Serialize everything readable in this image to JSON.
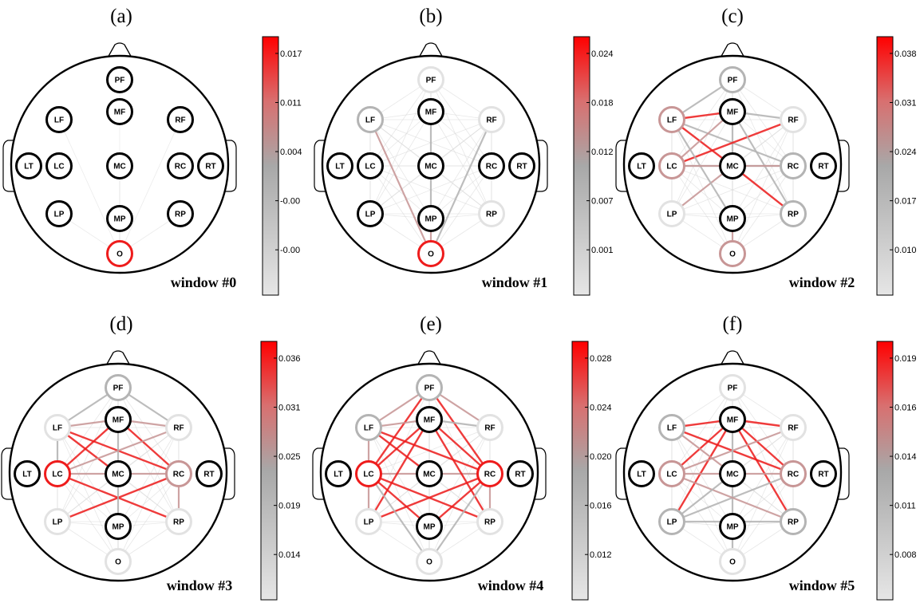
{
  "colors": {
    "black": "#000000",
    "red": "#ee1c1c",
    "gray": "#b4b4b4",
    "light": "#e2e2e2",
    "pink": "#c89696",
    "line_light": "#d8d8d8"
  },
  "node_labels": [
    "PF",
    "LF",
    "MF",
    "RF",
    "LT",
    "LC",
    "MC",
    "RC",
    "RT",
    "LP",
    "MP",
    "RP",
    "O"
  ],
  "panels": [
    {
      "label": "(a)",
      "window": "window #0",
      "colorbar_ticks": [
        "0.017",
        "0.011",
        "0.004",
        "-0.00",
        "-0.00"
      ],
      "node_colors": {
        "PF": "black",
        "LF": "black",
        "MF": "black",
        "RF": "black",
        "LT": "black",
        "LC": "black",
        "MC": "black",
        "RC": "black",
        "RT": "black",
        "LP": "black",
        "MP": "black",
        "RP": "black",
        "O": "red"
      },
      "strong_edges": []
    },
    {
      "label": "(b)",
      "window": "window #1",
      "colorbar_ticks": [
        "0.024",
        "0.018",
        "0.012",
        "0.007",
        "0.001"
      ],
      "node_colors": {
        "PF": "light",
        "LF": "gray",
        "MF": "black",
        "RF": "light",
        "LT": "black",
        "LC": "black",
        "MC": "black",
        "RC": "black",
        "RT": "black",
        "LP": "black",
        "MP": "black",
        "RP": "light",
        "O": "red"
      },
      "strong_edges": [
        [
          "LF",
          "O",
          "pink"
        ],
        [
          "MF",
          "MC",
          "gray"
        ],
        [
          "MC",
          "MP",
          "gray"
        ],
        [
          "RF",
          "O",
          "gray"
        ],
        [
          "MP",
          "O",
          "pink"
        ]
      ]
    },
    {
      "label": "(c)",
      "window": "window #2",
      "colorbar_ticks": [
        "0.038",
        "0.031",
        "0.024",
        "0.017",
        "0.010"
      ],
      "node_colors": {
        "PF": "gray",
        "LF": "pink",
        "MF": "black",
        "RF": "light",
        "LT": "black",
        "LC": "pink",
        "MC": "black",
        "RC": "gray",
        "RT": "black",
        "LP": "light",
        "MP": "black",
        "RP": "gray",
        "O": "pink"
      },
      "strong_edges": [
        [
          "PF",
          "LF",
          "gray"
        ],
        [
          "LF",
          "MF",
          "red"
        ],
        [
          "LF",
          "MC",
          "red"
        ],
        [
          "LF",
          "RC",
          "gray"
        ],
        [
          "MF",
          "LC",
          "pink"
        ],
        [
          "MF",
          "RF",
          "gray"
        ],
        [
          "MF",
          "MC",
          "gray"
        ],
        [
          "LC",
          "MC",
          "gray"
        ],
        [
          "MC",
          "RC",
          "gray"
        ],
        [
          "MC",
          "RP",
          "red"
        ],
        [
          "LC",
          "RF",
          "red"
        ],
        [
          "LP",
          "MC",
          "pink"
        ],
        [
          "MF",
          "RP",
          "gray"
        ],
        [
          "LF",
          "MP",
          "gray"
        ],
        [
          "MP",
          "O",
          "pink"
        ],
        [
          "LC",
          "RC",
          "pink"
        ]
      ]
    },
    {
      "label": "(d)",
      "window": "window #3",
      "colorbar_ticks": [
        "0.036",
        "0.031",
        "0.025",
        "0.019",
        "0.014"
      ],
      "node_colors": {
        "PF": "gray",
        "LF": "light",
        "MF": "black",
        "RF": "light",
        "LT": "black",
        "LC": "red",
        "MC": "black",
        "RC": "pink",
        "RT": "black",
        "LP": "light",
        "MP": "black",
        "RP": "light",
        "O": "light"
      },
      "strong_edges": [
        [
          "PF",
          "LF",
          "gray"
        ],
        [
          "PF",
          "RF",
          "gray"
        ],
        [
          "LF",
          "MF",
          "pink"
        ],
        [
          "MF",
          "RF",
          "pink"
        ],
        [
          "LF",
          "MC",
          "red"
        ],
        [
          "LF",
          "RC",
          "red"
        ],
        [
          "LC",
          "MF",
          "red"
        ],
        [
          "MF",
          "RC",
          "red"
        ],
        [
          "LC",
          "MC",
          "pink"
        ],
        [
          "MC",
          "RC",
          "pink"
        ],
        [
          "LC",
          "RP",
          "red"
        ],
        [
          "LP",
          "RC",
          "red"
        ],
        [
          "LC",
          "LF",
          "gray"
        ],
        [
          "MF",
          "MC",
          "gray"
        ],
        [
          "MC",
          "MP",
          "gray"
        ],
        [
          "RC",
          "RP",
          "pink"
        ],
        [
          "LC",
          "RF",
          "pink"
        ]
      ]
    },
    {
      "label": "(e)",
      "window": "window #4",
      "colorbar_ticks": [
        "0.028",
        "0.024",
        "0.020",
        "0.016",
        "0.012"
      ],
      "node_colors": {
        "PF": "gray",
        "LF": "gray",
        "MF": "black",
        "RF": "light",
        "LT": "black",
        "LC": "red",
        "MC": "black",
        "RC": "red",
        "RT": "black",
        "LP": "light",
        "MP": "black",
        "RP": "light",
        "O": "light"
      },
      "strong_edges": [
        [
          "PF",
          "LF",
          "pink"
        ],
        [
          "PF",
          "RF",
          "pink"
        ],
        [
          "PF",
          "LC",
          "red"
        ],
        [
          "PF",
          "RC",
          "red"
        ],
        [
          "LF",
          "MF",
          "pink"
        ],
        [
          "MF",
          "RF",
          "gray"
        ],
        [
          "LF",
          "MC",
          "red"
        ],
        [
          "LF",
          "RC",
          "red"
        ],
        [
          "LC",
          "MF",
          "red"
        ],
        [
          "MF",
          "RC",
          "red"
        ],
        [
          "LC",
          "MC",
          "pink"
        ],
        [
          "MC",
          "RC",
          "pink"
        ],
        [
          "LC",
          "RP",
          "red"
        ],
        [
          "LP",
          "RC",
          "red"
        ],
        [
          "LC",
          "MP",
          "red"
        ],
        [
          "RC",
          "MP",
          "red"
        ],
        [
          "LP",
          "MF",
          "red"
        ],
        [
          "RP",
          "MF",
          "red"
        ],
        [
          "LF",
          "LP",
          "pink"
        ],
        [
          "RC",
          "RP",
          "pink"
        ],
        [
          "LC",
          "O",
          "gray"
        ],
        [
          "RC",
          "O",
          "gray"
        ]
      ]
    },
    {
      "label": "(f)",
      "window": "window #5",
      "colorbar_ticks": [
        "0.019",
        "0.016",
        "0.014",
        "0.011",
        "0.008"
      ],
      "node_colors": {
        "PF": "light",
        "LF": "gray",
        "MF": "black",
        "RF": "light",
        "LT": "black",
        "LC": "pink",
        "MC": "black",
        "RC": "pink",
        "RT": "black",
        "LP": "gray",
        "MP": "black",
        "RP": "gray",
        "O": "light"
      },
      "strong_edges": [
        [
          "LF",
          "MF",
          "red"
        ],
        [
          "MF",
          "RF",
          "red"
        ],
        [
          "LC",
          "MF",
          "red"
        ],
        [
          "MF",
          "RC",
          "red"
        ],
        [
          "LP",
          "MF",
          "red"
        ],
        [
          "RP",
          "MF",
          "red"
        ],
        [
          "LF",
          "MC",
          "pink"
        ],
        [
          "LF",
          "RC",
          "red"
        ],
        [
          "LC",
          "RF",
          "pink"
        ],
        [
          "MF",
          "O",
          "gray"
        ],
        [
          "LC",
          "MC",
          "pink"
        ],
        [
          "MC",
          "RC",
          "pink"
        ],
        [
          "LP",
          "RC",
          "gray"
        ],
        [
          "LC",
          "RP",
          "pink"
        ],
        [
          "LP",
          "RP",
          "gray"
        ],
        [
          "LP",
          "MC",
          "gray"
        ]
      ]
    }
  ]
}
